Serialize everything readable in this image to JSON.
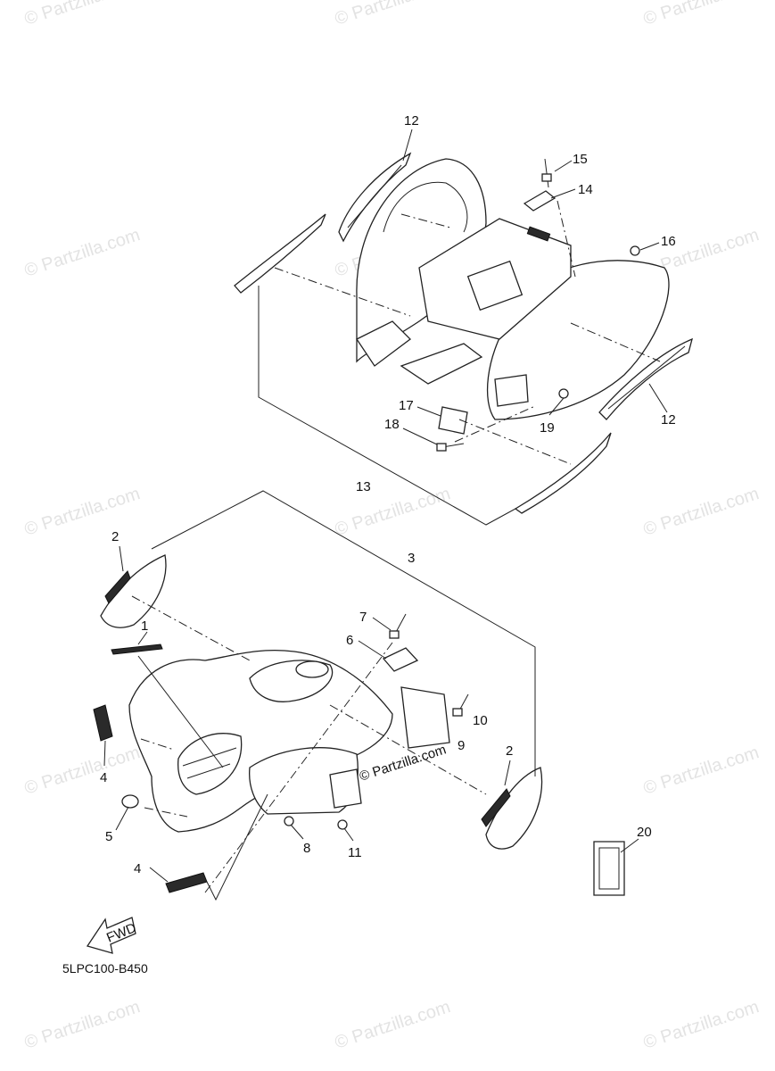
{
  "watermark": "© Partzilla.com",
  "reference_code": "5LPC100-B450",
  "fwd_label": "FWD",
  "callouts": [
    "1",
    "2",
    "3",
    "4",
    "5",
    "6",
    "7",
    "8",
    "9",
    "10",
    "11",
    "12",
    "13",
    "14",
    "15",
    "16",
    "17",
    "18",
    "19",
    "20"
  ]
}
